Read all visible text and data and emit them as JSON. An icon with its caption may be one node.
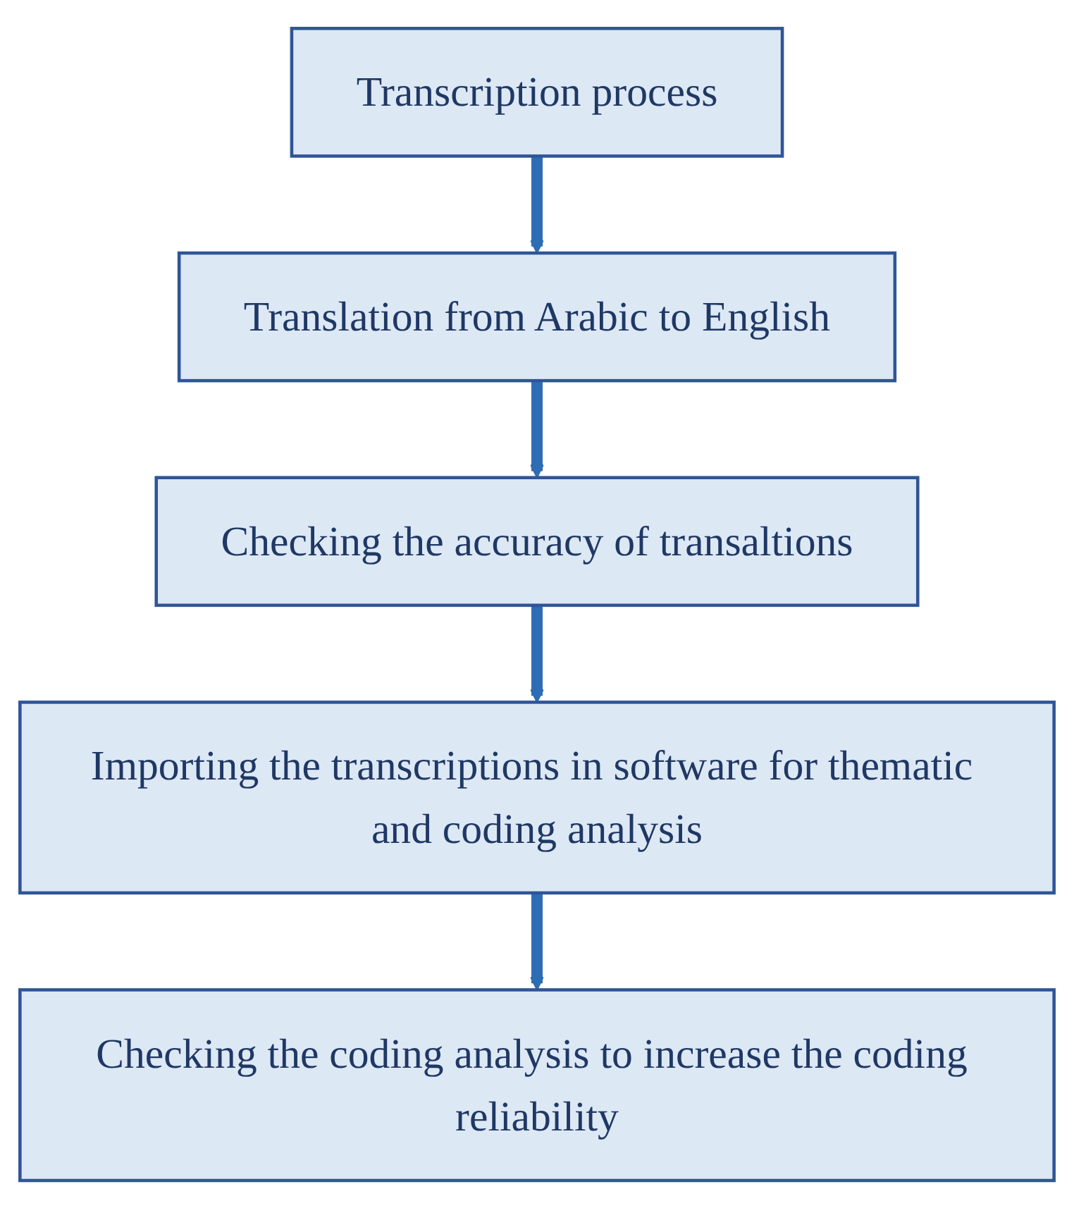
{
  "diagram": {
    "nodes": [
      {
        "text": [
          "Transcription process"
        ]
      },
      {
        "text": [
          "Translation from Arabic to English"
        ]
      },
      {
        "text": [
          "Checking the accuracy of transaltions"
        ]
      },
      {
        "text": [
          "Importing the transcriptions in software for thematic and coding analysis"
        ]
      },
      {
        "text": [
          "Checking the coding analysis to increase the coding reliability"
        ]
      }
    ],
    "edges": [
      {
        "from": 0,
        "to": 1,
        "arrow": "to"
      },
      {
        "from": 1,
        "to": 2,
        "arrow": "to"
      },
      {
        "from": 2,
        "to": 3,
        "arrow": "to"
      },
      {
        "from": 3,
        "to": 4,
        "arrow": "to"
      }
    ]
  }
}
